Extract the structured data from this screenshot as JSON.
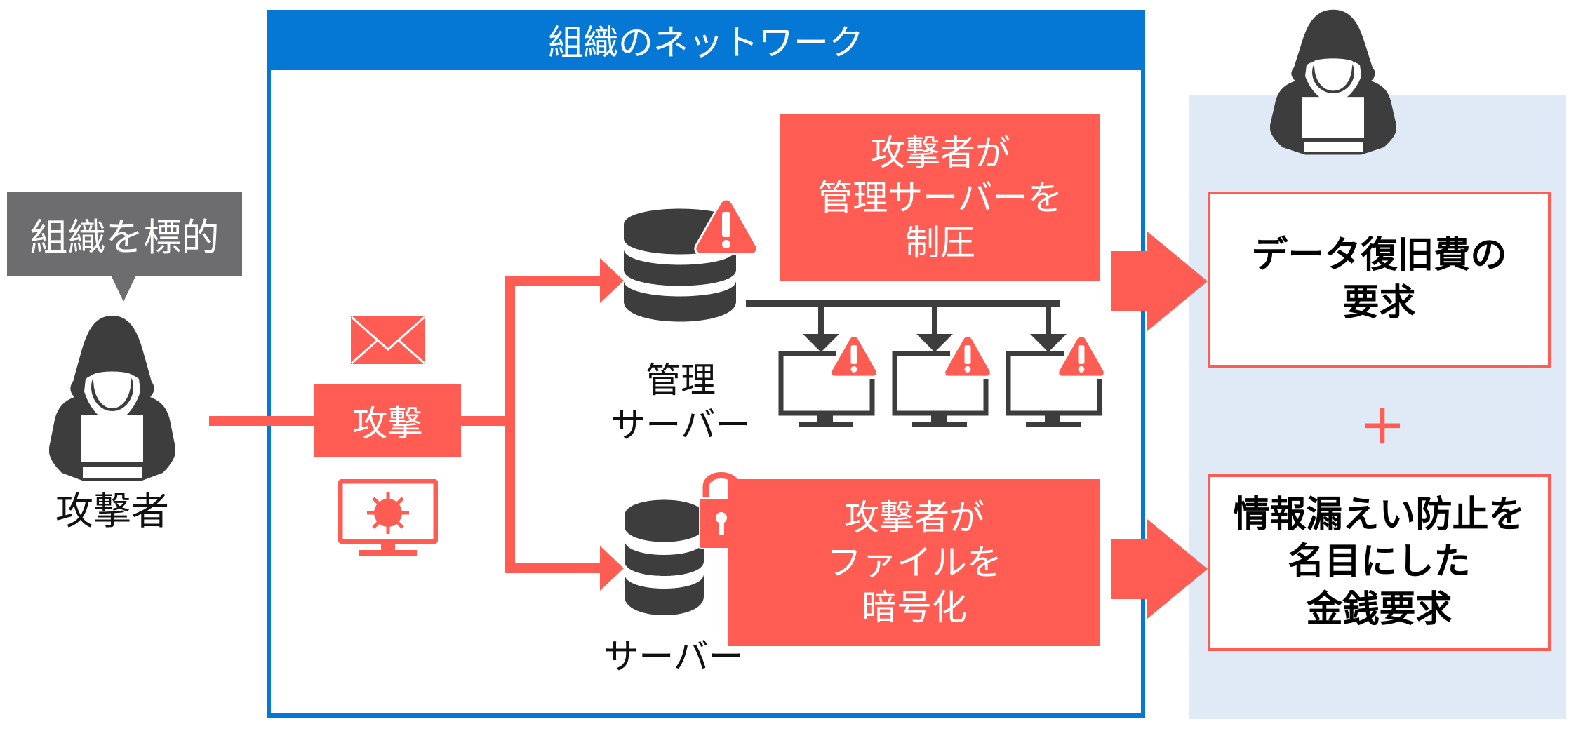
{
  "diagram": {
    "title": "組織のネットワーク",
    "colors": {
      "network_blue": "#0478d4",
      "alert_red": "#ff5c53",
      "icon_dark": "#3d3d3d",
      "bubble_gray": "#6d6d6f",
      "panel_blue": "#e0eaf6"
    },
    "attacker": {
      "bubble_text": "組織を標的",
      "label": "攻撃者",
      "icon": "hooded-hacker-icon"
    },
    "attack": {
      "label": "攻撃",
      "vectors": [
        {
          "icon": "email-icon",
          "meaning": "メール"
        },
        {
          "icon": "virus-monitor-icon",
          "meaning": "マルウェア"
        }
      ]
    },
    "management_server": {
      "label_line1": "管理",
      "label_line2": "サーバー",
      "icon": "database-icon",
      "badge": "warning-icon",
      "clients": [
        {
          "icon": "monitor-icon",
          "badge": "warning-icon"
        },
        {
          "icon": "monitor-icon",
          "badge": "warning-icon"
        },
        {
          "icon": "monitor-icon",
          "badge": "warning-icon"
        }
      ],
      "outcome": [
        "攻撃者が",
        "管理サーバーを",
        "制圧"
      ]
    },
    "server": {
      "label": "サーバー",
      "icon": "database-icon",
      "badge": "lock-icon",
      "outcome": [
        "攻撃者が",
        "ファイルを",
        "暗号化"
      ]
    },
    "demands": {
      "icon": "hooded-hacker-icon",
      "first": [
        "データ復旧費の",
        "要求"
      ],
      "connector": "+",
      "second": [
        "情報漏えい防止を",
        "名目にした",
        "金銭要求"
      ]
    }
  }
}
